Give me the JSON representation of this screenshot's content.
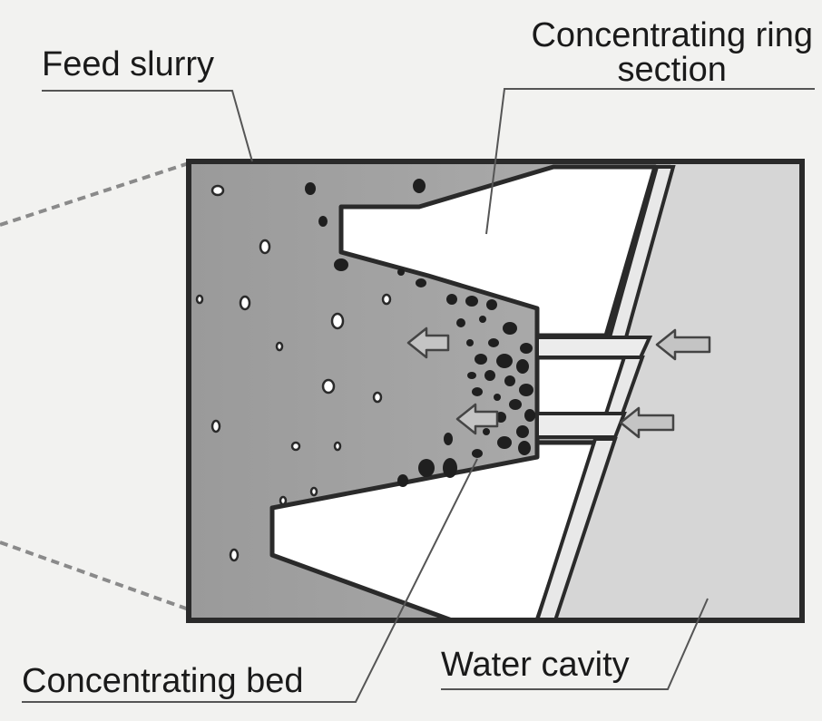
{
  "labels": {
    "feed_slurry": "Feed slurry",
    "ring_section_line1": "Concentrating ring",
    "ring_section_line2": "section",
    "concentrating_bed": "Concentrating bed",
    "water_cavity": "Water cavity"
  },
  "colors": {
    "background": "#f2f2f0",
    "slurry": "#a6a6a6",
    "water": "#d5d5d5",
    "ring": "#ffffff",
    "outline": "#2a2a2a",
    "particle_heavy": "#1f1f1f",
    "particle_light": "#ffffff",
    "arrow": "#c4c4c4"
  }
}
